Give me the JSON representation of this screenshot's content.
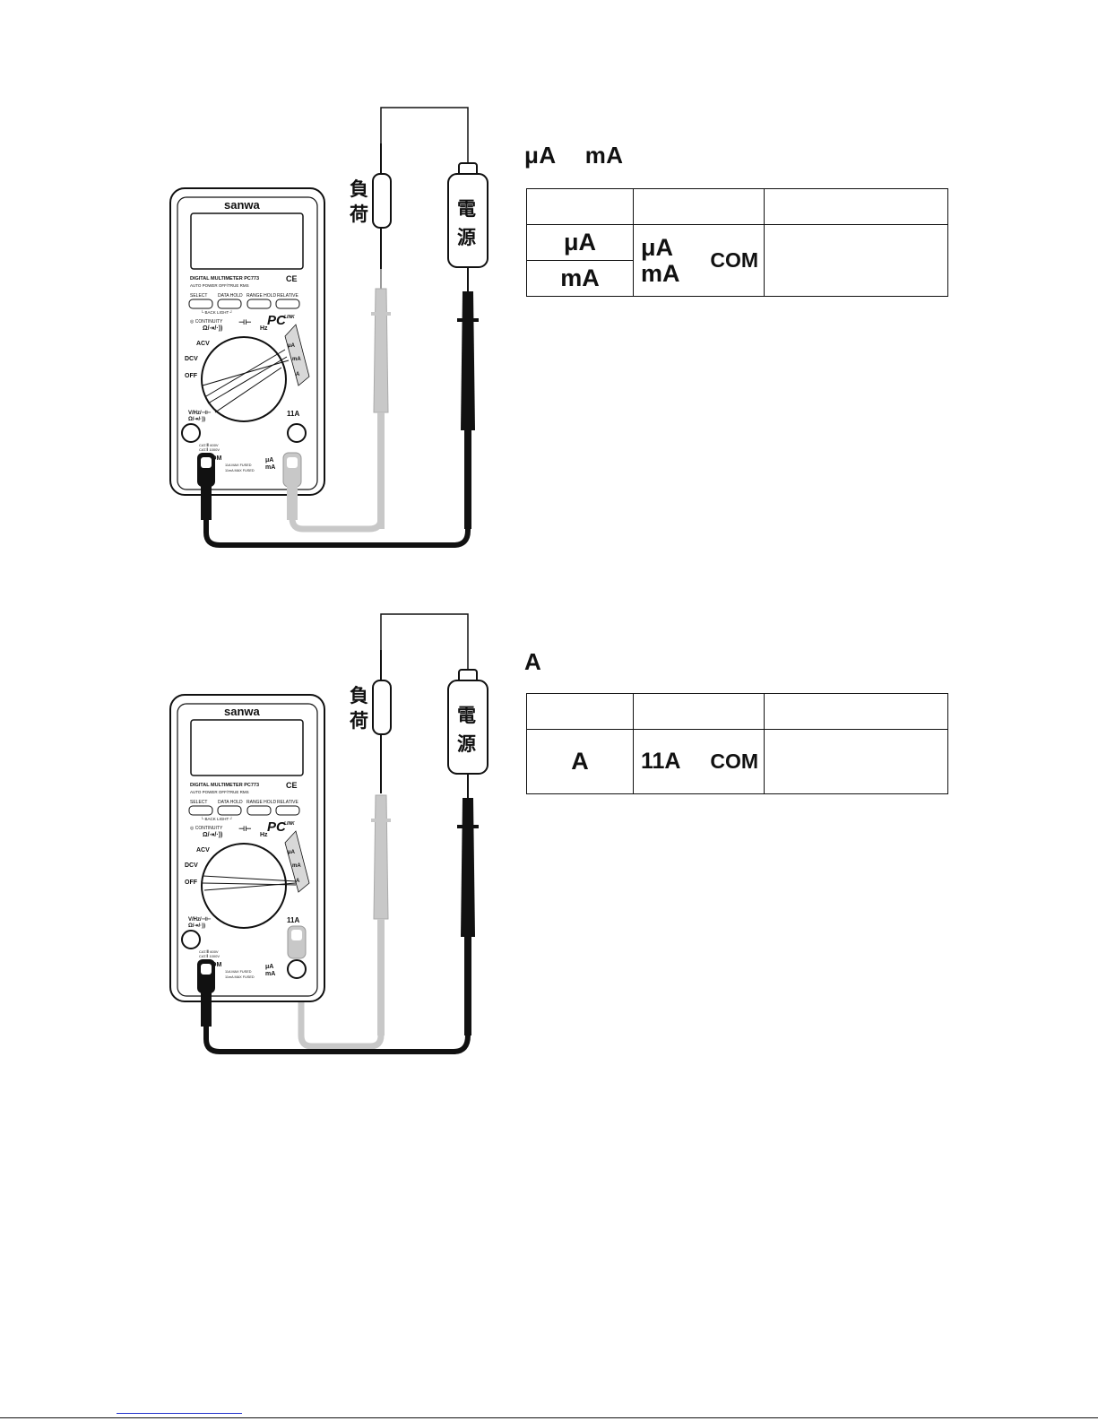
{
  "panels": [
    {
      "heading": {
        "left": "μA",
        "right": "mA"
      },
      "table": {
        "headers": [
          "",
          "",
          ""
        ],
        "ranges": [
          "μA",
          "mA"
        ],
        "terminals": {
          "input": [
            "μA",
            "mA"
          ],
          "common": "COM"
        },
        "note": ""
      }
    },
    {
      "heading": {
        "left": "A",
        "right": ""
      },
      "table": {
        "headers": [
          "",
          "",
          ""
        ],
        "ranges": [
          "A"
        ],
        "terminals": {
          "input": [
            "11A"
          ],
          "common": "COM"
        },
        "note": ""
      }
    }
  ],
  "circuit": {
    "load_label": [
      "負",
      "荷"
    ],
    "source_label": [
      "電",
      "源"
    ]
  },
  "meter": {
    "brand": "sanwa",
    "model_line1": "DIGITAL MULTIMETER  PC773",
    "ce": "CE",
    "model_line2": "AUTO POWER OFF/TRUE RMS",
    "buttons": [
      "SELECT",
      "DATA HOLD",
      "RANGE HOLD",
      "RELATIVE"
    ],
    "backlight": "└ BACK LIGHT ┘",
    "pc_link": "PC",
    "pc_link_sub": "LINK",
    "continuity": "◎ CONTINUITY",
    "ohm_label": "Ω/⇥/·))",
    "cap_label": "⊣⊢",
    "hz_label": "Hz",
    "acv": "ACV",
    "dcv": "DCV",
    "off": "OFF",
    "ua_label": "μA",
    "ma_label": "mA",
    "a_label": "A",
    "terminal_v": "V/Hz/⊣⊢",
    "terminal_v2": "Ω/⇥/·))",
    "terminal_11a": "11A",
    "terminal_com": "COM",
    "terminal_uama1": "μA",
    "terminal_uama2": "mA",
    "cat1": "CAT.Ⅲ 600V",
    "cat2": "CAT.Ⅱ 1000V",
    "fuse1": "11A MAX FUSED",
    "fuse2": "11mA MAX FUSED"
  }
}
